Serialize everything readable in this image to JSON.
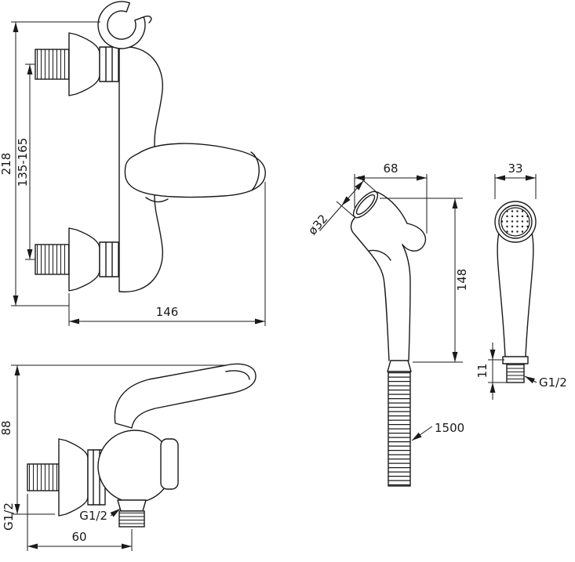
{
  "drawing": {
    "kind": "sanitary-fitting technical drawing",
    "views": {
      "mixer_front": {
        "dim_height_total": "218",
        "dim_height_adjust": "135-165",
        "dim_width": "146"
      },
      "mixer_side": {
        "dim_height": "88",
        "thread_wall": "G1/2",
        "thread_outlet": "G1/2",
        "dim_width": "60"
      },
      "spray_side": {
        "dim_width": "68",
        "dim_nozzle_diameter": "ø32",
        "dim_height": "148",
        "hose_length": "1500"
      },
      "spray_front": {
        "dim_width": "33",
        "dim_thread_height": "11",
        "thread": "G1/2"
      }
    },
    "colors": {
      "line": "#1a1a1a",
      "background": "#ffffff"
    }
  }
}
